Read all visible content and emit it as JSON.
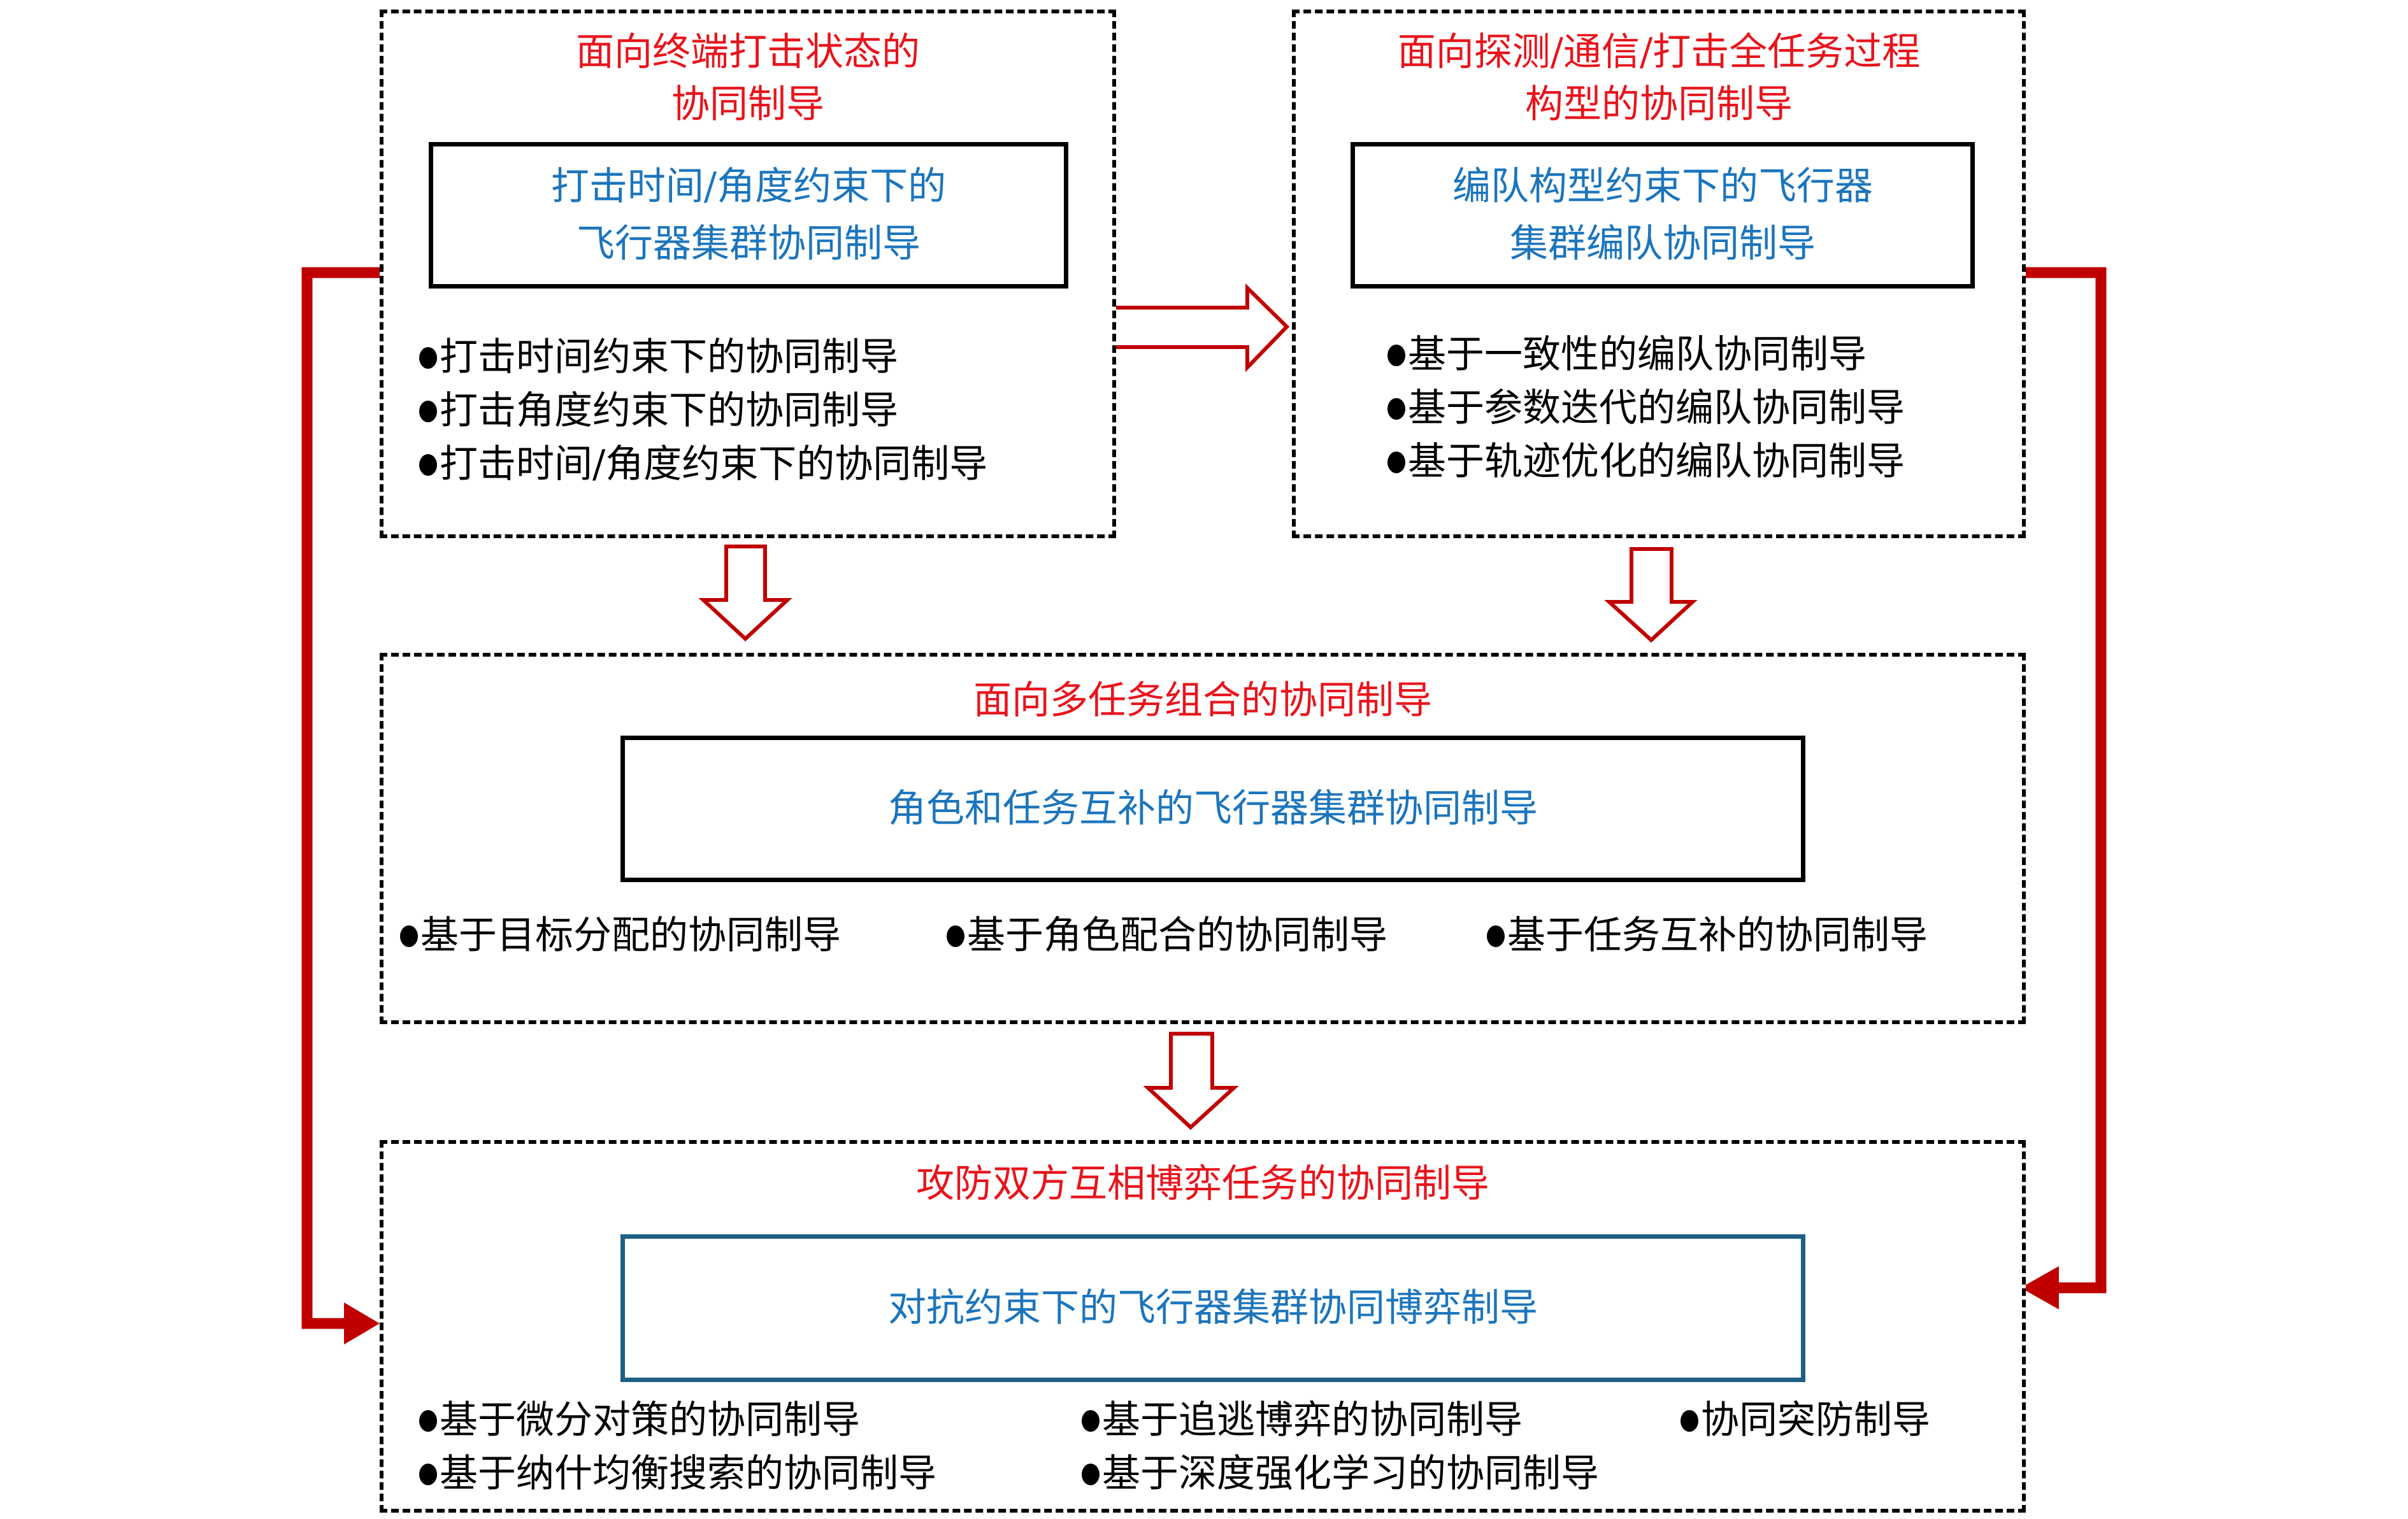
{
  "colors": {
    "title_red": "#e8141c",
    "inner_blue_text": "#1c75bc",
    "arrow_red": "#c00000",
    "bottom_inner_border": "#1f5f87"
  },
  "boxes": {
    "terminal_strike": {
      "title_lines": [
        "面向终端打击状态的",
        "协同制导"
      ],
      "inner_lines": [
        "打击时间/角度约束下的",
        "飞行器集群协同制导"
      ],
      "bullets": [
        "打击时间约束下的协同制导",
        "打击角度约束下的协同制导",
        "打击时间/角度约束下的协同制导"
      ]
    },
    "full_mission": {
      "title_lines": [
        "面向探测/通信/打击全任务过程",
        "构型的协同制导"
      ],
      "inner_lines": [
        "编队构型约束下的飞行器",
        "集群编队协同制导"
      ],
      "bullets": [
        "基于一致性的编队协同制导",
        "基于参数迭代的编队协同制导",
        "基于轨迹优化的编队协同制导"
      ]
    },
    "multi_task": {
      "title_lines": [
        "面向多任务组合的协同制导"
      ],
      "inner_lines": [
        "角色和任务互补的飞行器集群协同制导"
      ],
      "bullets": [
        "基于目标分配的协同制导",
        "基于角色配合的协同制导",
        "基于任务互补的协同制导"
      ]
    },
    "attack_defense": {
      "title_lines": [
        "攻防双方互相博弈任务的协同制导"
      ],
      "inner_lines": [
        "对抗约束下的飞行器集群协同博弈制导"
      ],
      "bullets": [
        "基于微分对策的协同制导",
        "基于追逃博弈的协同制导",
        "协同突防制导",
        "基于纳什均衡搜索的协同制导",
        "基于深度强化学习的协同制导"
      ]
    }
  },
  "connectors": [
    {
      "from": "terminal_strike",
      "to": "full_mission",
      "style": "hollow-arrow"
    },
    {
      "from": "terminal_strike",
      "to": "multi_task",
      "style": "hollow-arrow"
    },
    {
      "from": "full_mission",
      "to": "multi_task",
      "style": "hollow-arrow"
    },
    {
      "from": "multi_task",
      "to": "attack_defense",
      "style": "hollow-arrow"
    },
    {
      "from": "terminal_strike",
      "to": "attack_defense",
      "style": "elbow-line-arrow"
    },
    {
      "from": "full_mission",
      "to": "attack_defense",
      "style": "elbow-line-arrow"
    }
  ]
}
